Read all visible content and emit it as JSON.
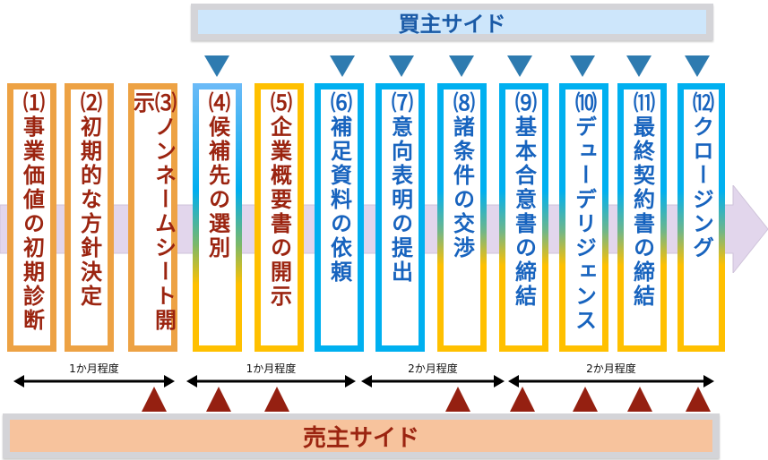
{
  "buyer_side": {
    "label": "買主サイド"
  },
  "seller_side": {
    "label": "売主サイド"
  },
  "colors": {
    "buyer_text": "#1a5aa6",
    "seller_text": "#9b2410",
    "flow_arrow": "#e2d6ec",
    "buyer_marker": "#2e7bb0",
    "seller_marker": "#952011"
  },
  "steps": [
    {
      "number": "⑴",
      "label": "事業価値の初期診断"
    },
    {
      "number": "⑵",
      "label": "初期的な方針決定"
    },
    {
      "number": "⑶",
      "label": "ノンネームシート開示"
    },
    {
      "number": "⑷",
      "label": "候補先の選別"
    },
    {
      "number": "⑸",
      "label": "企業概要書の開示"
    },
    {
      "number": "⑹",
      "label": "補足資料の依頼"
    },
    {
      "number": "⑺",
      "label": "意向表明の提出"
    },
    {
      "number": "⑻",
      "label": "諸条件の交渉"
    },
    {
      "number": "⑼",
      "label": "基本合意書の締結"
    },
    {
      "number": "⑽",
      "label": "デューデリジェンス"
    },
    {
      "number": "⑾",
      "label": "最終契約書の締結"
    },
    {
      "number": "⑿",
      "label": "クロージング"
    }
  ],
  "durations": [
    {
      "label": "1か月程度"
    },
    {
      "label": "1か月程度"
    },
    {
      "label": "2か月程度"
    },
    {
      "label": "2か月程度"
    }
  ]
}
